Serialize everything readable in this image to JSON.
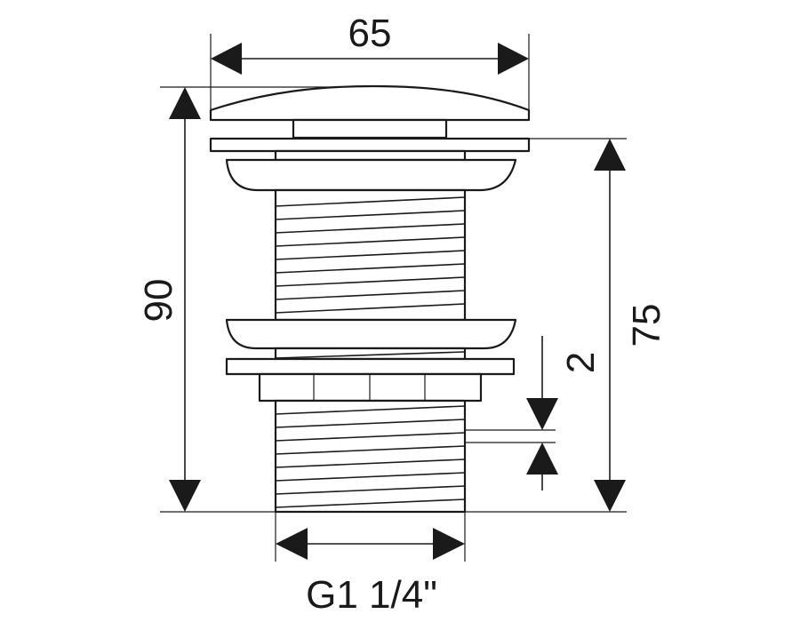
{
  "dimensions": {
    "top_width": "65",
    "total_height": "90",
    "body_height": "75",
    "gap": "2",
    "thread_size": "G1 1/4\""
  },
  "colors": {
    "line": "#1a1a1a",
    "background": "#ffffff"
  }
}
